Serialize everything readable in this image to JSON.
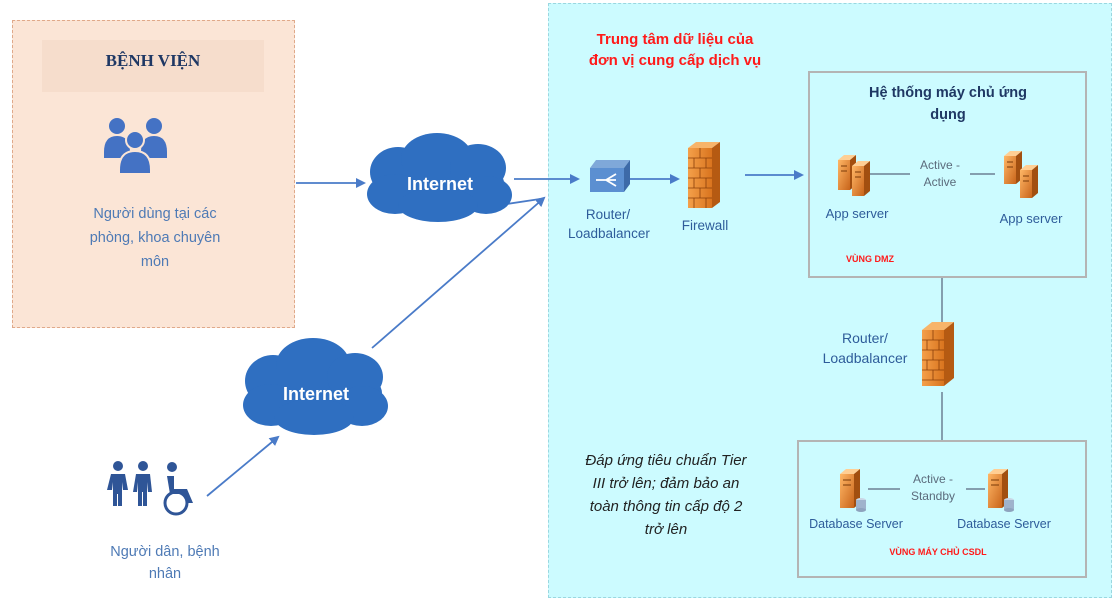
{
  "hospital": {
    "title": "BỆNH VIỆN",
    "users_label_line1": "Người dùng tại các",
    "users_label_line2": "phòng, khoa chuyên",
    "users_label_line3": "môn"
  },
  "citizens": {
    "label_line1": "Người dân, bệnh",
    "label_line2": "nhân"
  },
  "internet_top": {
    "label": "Internet"
  },
  "internet_bottom": {
    "label": "Internet"
  },
  "datacenter": {
    "title_line1": "Trung tâm dữ liệu của",
    "title_line2": "đơn vị cung cấp dịch vụ",
    "router_label_line1": "Router/",
    "router_label_line2": "Loadbalancer",
    "firewall_label": "Firewall",
    "compliance_line1": "Đáp ứng tiêu chuẩn Tier",
    "compliance_line2": "III trở lên; đảm bảo an",
    "compliance_line3": "toàn thông tin cấp độ 2",
    "compliance_line4": "trở lên"
  },
  "app_system": {
    "title_line1": "Hệ thống máy chủ ứng",
    "title_line2": "dụng",
    "server_left": "App server",
    "server_right": "App server",
    "mode_line1": "Active -",
    "mode_line2": "Active",
    "zone_label": "VÙNG DMZ"
  },
  "inner_router": {
    "label_line1": "Router/",
    "label_line2": "Loadbalancer"
  },
  "db_system": {
    "server_left": "Database Server",
    "server_right": "Database Server",
    "mode_line1": "Active -",
    "mode_line2": "Standby",
    "zone_label": "VÙNG MÁY CHỦ CSDL"
  },
  "colors": {
    "hospital_bg": "#fbe5d6",
    "datacenter_bg": "#ccfbff",
    "cloud": "#2f6fc1",
    "arrow": "#4a7bc8",
    "title_red": "#ff1a1a",
    "server_orange": "#e98a2a"
  }
}
